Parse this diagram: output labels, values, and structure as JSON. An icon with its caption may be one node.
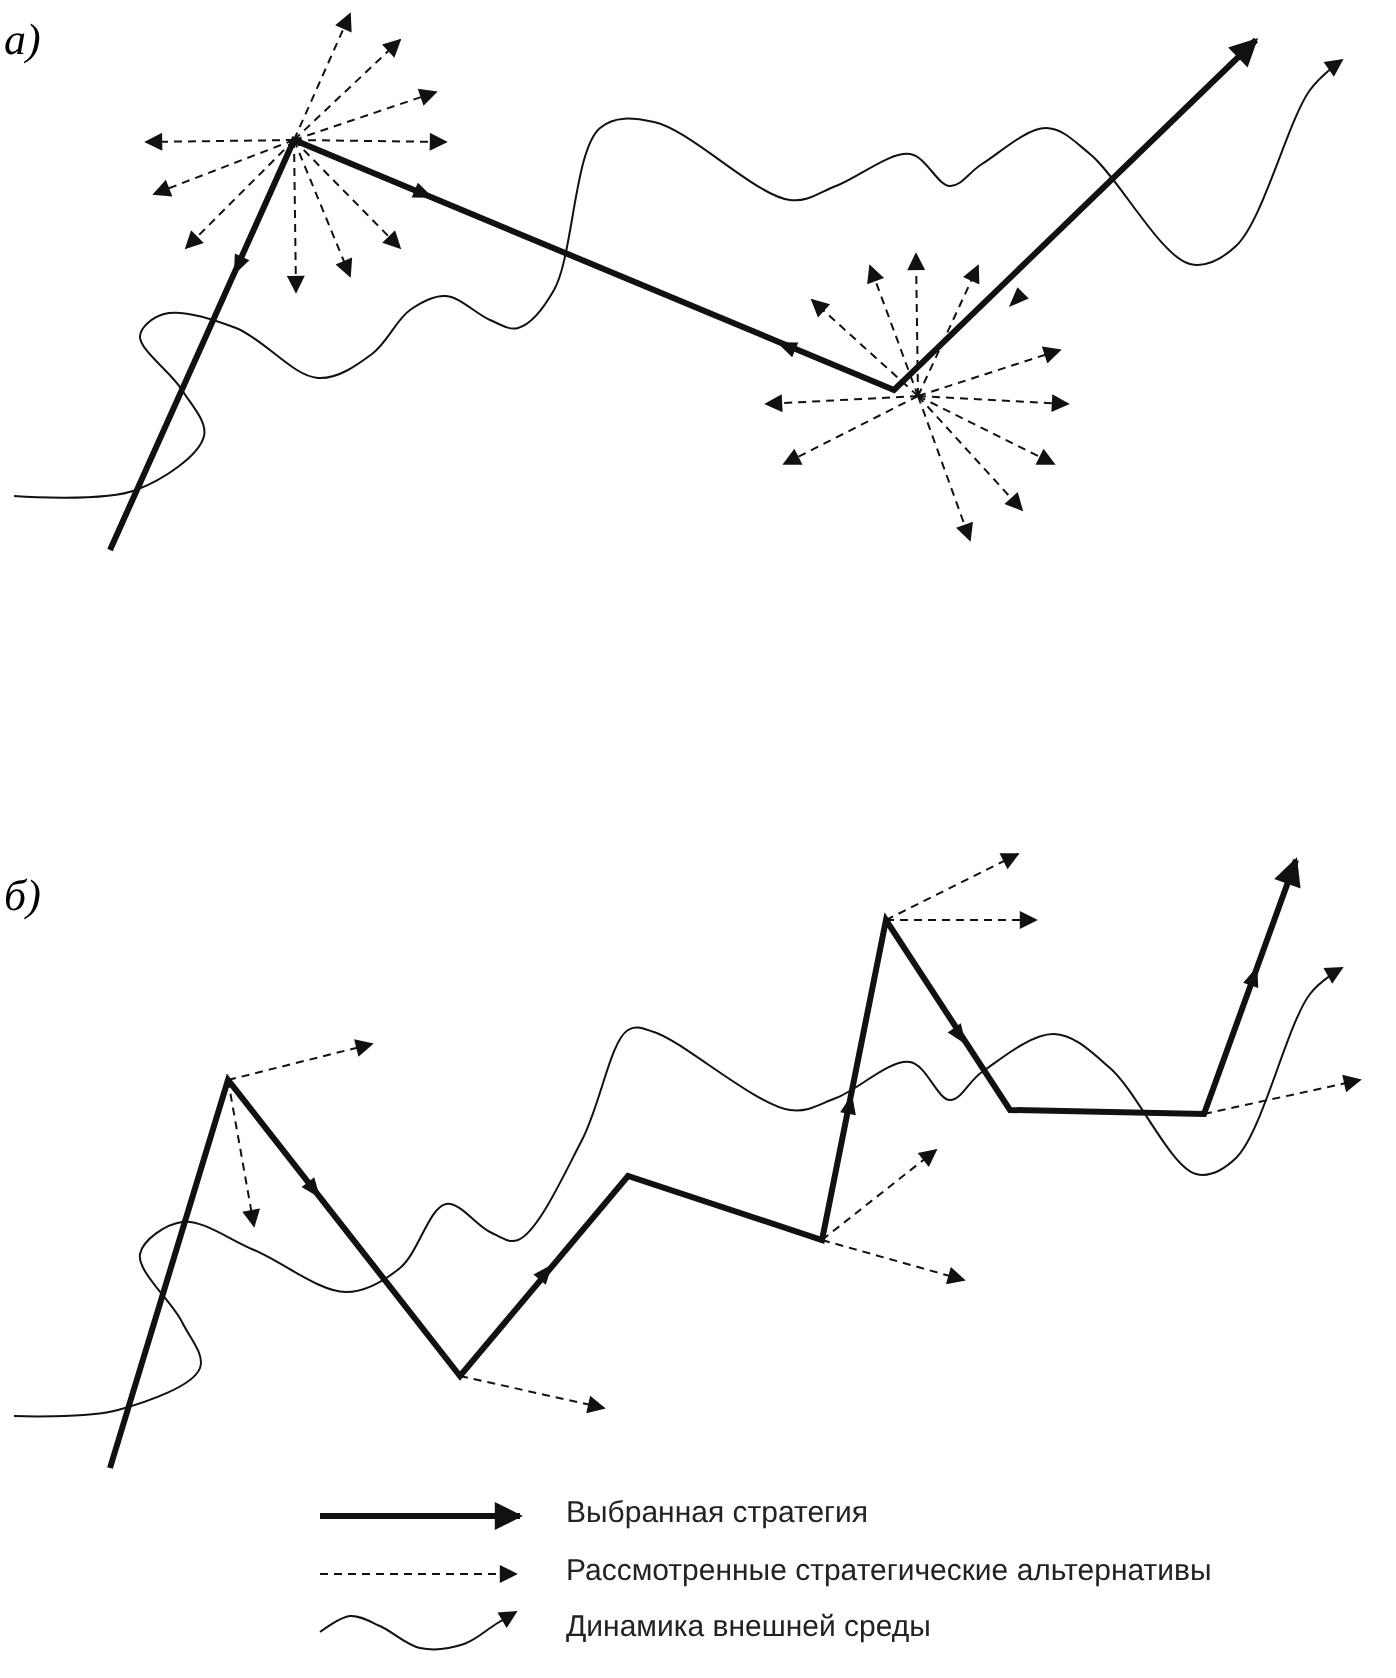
{
  "diagram": {
    "labels": [
      "а)",
      "б)"
    ],
    "legend": [
      {
        "text": "Выбранная стратегия"
      },
      {
        "text": "Рассмотренные стратегические альтернативы"
      },
      {
        "text": "Динамика внешней среды"
      }
    ]
  }
}
